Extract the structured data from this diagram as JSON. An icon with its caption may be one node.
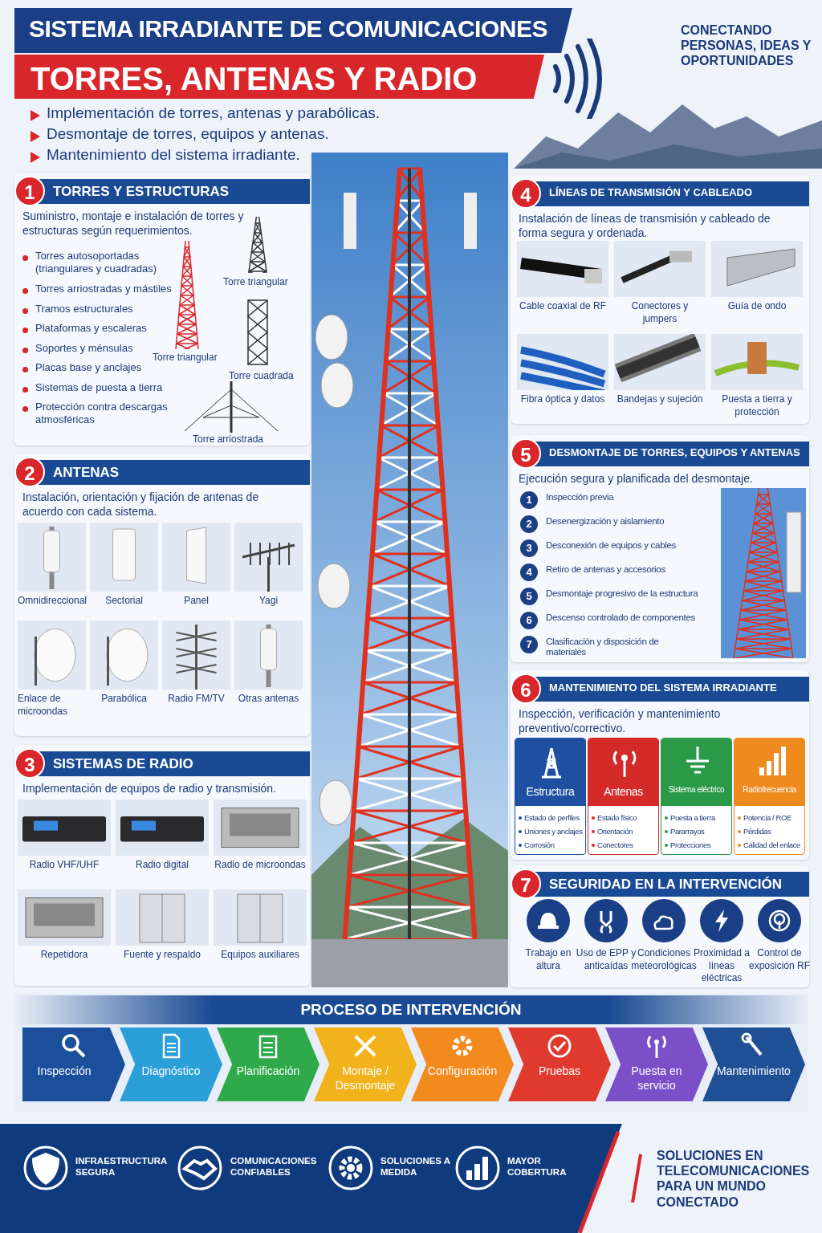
{
  "diagram": {
    "title": "SISTEMA IRRADIANTE DE COMUNICACIONES",
    "nodes": [
      {
        "text": [
          "1",
          "TORRES Y ESTRUCTURAS",
          "Suministro, montaje e instalación de torres y estructuras según requerimientos."
        ]
      },
      {
        "text": [
          "2",
          "ANTENAS",
          "Instalación, orientación y fijación de antenas de acuerdo con cada sistema."
        ]
      },
      {
        "text": [
          "Omnidireccional"
        ],
        "in": 1
      },
      {
        "text": [
          "Sectorial"
        ],
        "in": 1
      },
      {
        "text": [
          "Panel"
        ],
        "in": 1
      },
      {
        "text": [
          "Yagi"
        ],
        "in": 1
      },
      {
        "text": [
          "Enlace de microondas"
        ],
        "in": 1
      },
      {
        "text": [
          "Parabólica"
        ],
        "in": 1
      },
      {
        "text": [
          "Radio FM/TV"
        ],
        "in": 1
      },
      {
        "text": [
          "Otras antenas"
        ],
        "in": 1
      },
      {
        "text": [
          "3",
          "SISTEMAS DE RADIO",
          "Implementación de equipos de radio y transmisión."
        ]
      },
      {
        "text": [
          "Radio VHF/UHF"
        ],
        "in": 10
      },
      {
        "text": [
          "Radio digital"
        ],
        "in": 10
      },
      {
        "text": [
          "Radio de microondas"
        ],
        "in": 10
      },
      {
        "text": [
          "Repetidora"
        ],
        "in": 10
      },
      {
        "text": [
          "Fuente y respaldo"
        ],
        "in": 10
      },
      {
        "text": [
          "Equipos auxiliares"
        ],
        "in": 10
      },
      {
        "text": [
          "4",
          "LÍNEAS DE TRANSMISIÓN Y CABLEADO",
          "Instalación de líneas de transmisión y cableado de forma segura y ordenada."
        ]
      },
      {
        "text": [
          "Cable coaxial de RF"
        ],
        "in": 17
      },
      {
        "text": [
          "Conectores y jumpers"
        ],
        "in": 17
      },
      {
        "text": [
          "Guía de ondo"
        ],
        "in": 17
      },
      {
        "text": [
          "Fibra óptica y datos"
        ],
        "in": 17
      },
      {
        "text": [
          "Bandejas y sujeción"
        ],
        "in": 17
      },
      {
        "text": [
          "Puesta a tierra y protección"
        ],
        "in": 17
      },
      {
        "text": [
          "5",
          "DESMONTAJE DE TORRES, EQUIPOS Y ANTENAS",
          "Ejecución segura y planificada del desmontaje."
        ]
      },
      {
        "text": [
          "1"
        ],
        "beside": [
          "Inspección previa"
        ],
        "in": 24
      },
      {
        "text": [
          "2"
        ],
        "beside": [
          "Desenergización y aislamiento"
        ],
        "in": 24
      },
      {
        "text": [
          "3"
        ],
        "beside": [
          "Desconexión de equipos y cables"
        ],
        "in": 24
      },
      {
        "text": [
          "4"
        ],
        "beside": [
          "Retiro de antenas y accesorios"
        ],
        "in": 24
      },
      {
        "text": [
          "5"
        ],
        "beside": [
          "Desmontaje progresivo de la estructura"
        ],
        "in": 24
      },
      {
        "text": [
          "6"
        ],
        "beside": [
          "Descenso controlado de componentes"
        ],
        "in": 24
      },
      {
        "text": [
          "7"
        ],
        "beside": [
          "Clasificación y disposición de materiales"
        ],
        "in": 24
      },
      {
        "text": [
          "6",
          "MANTENIMIENTO DEL SISTEMA IRRADIANTE",
          "Inspección, verificación y mantenimiento preventivo/correctivo."
        ]
      },
      {
        "text": [
          "Estructura",
          "Estado de perfiles",
          "Uniones y anclajes",
          "Corrosión"
        ],
        "in": 32
      },
      {
        "text": [
          "Antenas",
          "Estado físico",
          "Orientación",
          "Conectores"
        ],
        "in": 32
      },
      {
        "text": [
          "Sistema eléctrico",
          "Puesta a tierra",
          "Pararrayos",
          "Protecciones"
        ],
        "in": 32
      },
      {
        "text": [
          "Radiofrecuencia",
          "Potencia / ROE",
          "Pérdidas",
          "Calidad del enlace"
        ],
        "in": 32
      },
      {
        "text": [
          "7",
          "SEGURIDAD EN LA INTERVENCIÓN"
        ]
      },
      {
        "text": [],
        "shape": "circle",
        "beside": [
          "Trabajo en altura"
        ],
        "in": 37
      },
      {
        "text": [],
        "shape": "circle",
        "beside": [
          "Uso de EPP y anticaídas"
        ],
        "in": 37
      },
      {
        "text": [],
        "shape": "circle",
        "beside": [
          "Condiciones meteorológicas"
        ],
        "in": 37
      },
      {
        "text": [],
        "shape": "circle",
        "beside": [
          "Proximidad a líneas eléctricas"
        ],
        "in": 37
      },
      {
        "text": [],
        "shape": "circle",
        "beside": [
          "Control de exposición RF"
        ],
        "in": 37
      },
      {
        "text": [
          "PROCESO DE INTERVENCIÓN"
        ]
      },
      {
        "text": [
          "Inspección"
        ],
        "in": 43
      },
      {
        "text": [
          "Diagnóstico"
        ],
        "in": 43
      },
      {
        "text": [
          "Planificación"
        ],
        "in": 43
      },
      {
        "text": [
          "Montaje / Desmontaje"
        ],
        "in": 43
      },
      {
        "text": [
          "Configuración"
        ],
        "in": 43
      },
      {
        "text": [
          "Pruebas"
        ],
        "in": 43
      },
      {
        "text": [
          "Puesta en servicio"
        ],
        "in": 43
      },
      {
        "text": [
          "Mantenimiento"
        ],
        "in": 43
      }
    ],
    "labels": [
      "TORRES, ANTENAS Y RADIO",
      "Implementación de torres, antenas y parabólicas.",
      "Desmontaje de torres, equipos y antenas.",
      "Mantenimiento del sistema irradiante.",
      "CONECTANDO PERSONAS, IDEAS Y OPORTUNIDADES",
      "Torres autosoportadas (triangulares y cuadradas)",
      "Torres arriostradas y mástiles",
      "Tramos estructurales",
      "Plataformas y escaleras",
      "Soportes y ménsulas",
      "Placas base y anclajes",
      "Sistemas de puesta a tierra",
      "Protección contra descargas atmosféricas",
      "Torre triangular",
      "Torre triangular",
      "Torre cuadrada",
      "Torre arriostrada",
      "INFRAESTRUCTURA SEGURA",
      "COMUNICACIONES CONFIABLES",
      "SOLUCIONES A MEDIDA",
      "MAYOR COBERTURA",
      "SOLUCIONES EN TELECOMUNICACIONES PARA UN MUNDO CONECTADO"
    ]
  }
}
